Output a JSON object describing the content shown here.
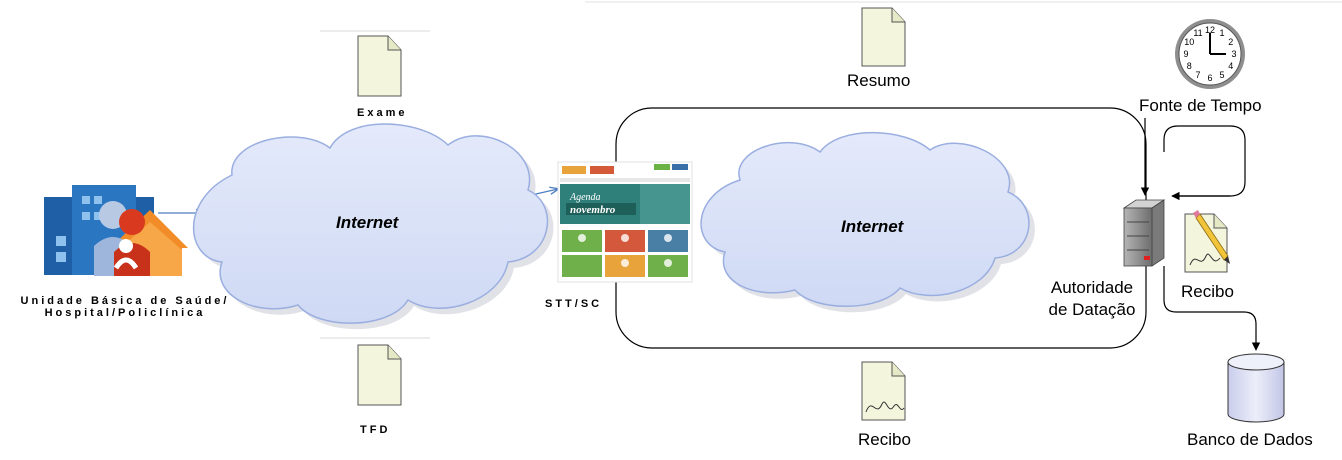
{
  "labels": {
    "unidade_line1": "Unidade Básica de Saúde/",
    "unidade_line2": "Hospital/Policlínica",
    "exame": "Exame",
    "tfd": "TFD",
    "internet_left": "Internet",
    "stt": "STT/SC",
    "internet_right": "Internet",
    "resumo": "Resumo",
    "recibo_bottom": "Recibo",
    "autoridade_line1": "Autoridade",
    "autoridade_line2": "de Datação",
    "fonte_tempo": "Fonte de Tempo",
    "recibo_right": "Recibo",
    "banco": "Banco de Dados"
  },
  "website_thumbnail": {
    "banner_title": "Agenda",
    "banner_subtitle": "novembro"
  },
  "clock_numbers": [
    "12",
    "1",
    "2",
    "3",
    "4",
    "5",
    "6",
    "7",
    "8",
    "9",
    "10",
    "11"
  ],
  "colors": {
    "cloud_fill": "#d7e0f7",
    "cloud_stroke": "#9aaee0",
    "document_fill": "#f3f5dc",
    "arrow": "#4f7fc1",
    "line": "#000000",
    "server": "#7d7d7d",
    "database_fill": "#dde0f4"
  }
}
